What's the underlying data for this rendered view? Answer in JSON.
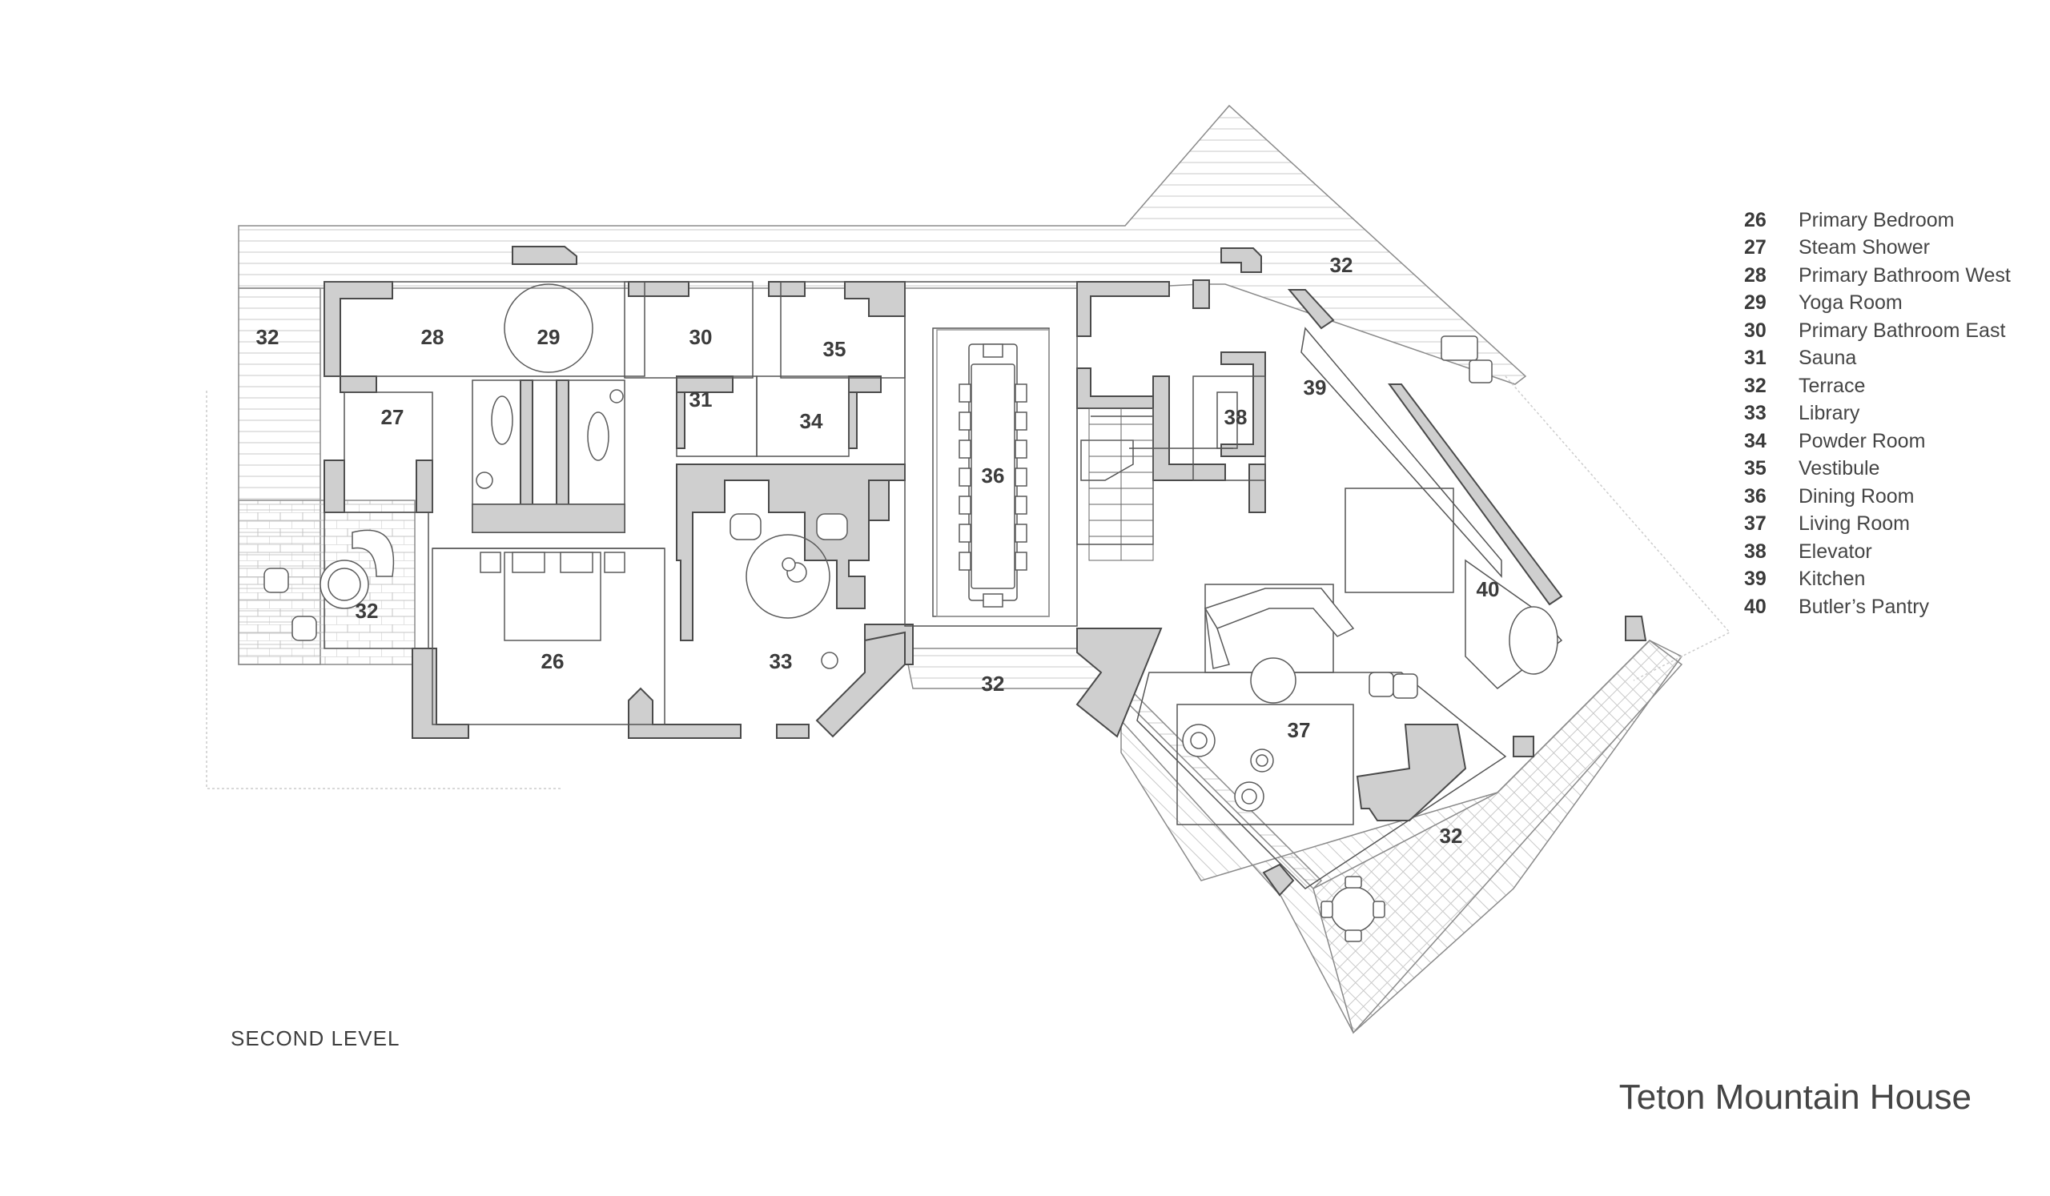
{
  "project_title": "Teton Mountain House",
  "level_label": "SECOND LEVEL",
  "legend": [
    {
      "num": "26",
      "name": "Primary Bedroom"
    },
    {
      "num": "27",
      "name": "Steam Shower"
    },
    {
      "num": "28",
      "name": "Primary Bathroom West"
    },
    {
      "num": "29",
      "name": "Yoga Room"
    },
    {
      "num": "30",
      "name": "Primary Bathroom East"
    },
    {
      "num": "31",
      "name": "Sauna"
    },
    {
      "num": "32",
      "name": "Terrace"
    },
    {
      "num": "33",
      "name": "Library"
    },
    {
      "num": "34",
      "name": "Powder Room"
    },
    {
      "num": "35",
      "name": "Vestibule"
    },
    {
      "num": "36",
      "name": "Dining Room"
    },
    {
      "num": "37",
      "name": "Living Room"
    },
    {
      "num": "38",
      "name": "Elevator"
    },
    {
      "num": "39",
      "name": "Kitchen"
    },
    {
      "num": "40",
      "name": "Butler’s Pantry"
    }
  ],
  "room_labels": {
    "terrace_nw": "32",
    "bath_west": "28",
    "yoga": "29",
    "bath_east": "30",
    "vestibule": "35",
    "terrace_ne": "32",
    "steam": "27",
    "sauna": "31",
    "powder": "34",
    "elevator": "38",
    "kitchen": "39",
    "dining": "36",
    "pantry": "40",
    "terrace_w": "32",
    "bedroom": "26",
    "library": "33",
    "terrace_s": "32",
    "living": "37",
    "terrace_se": "32"
  },
  "colors": {
    "wall_fill": "#cfcfcf",
    "line": "#5a5a5a",
    "hatch": "#bdbdbd"
  }
}
